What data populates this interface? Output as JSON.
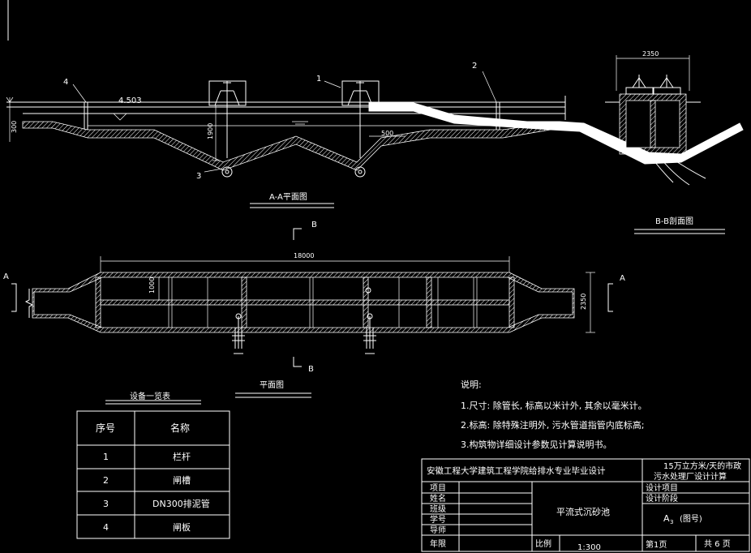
{
  "drawing": {
    "section_aa_label": "A-A平面图",
    "section_bb_label": "B-B剖面图",
    "plan_label": "平面图",
    "elevation_text": "4.503",
    "dims": {
      "d300": "300",
      "d1900": "1900",
      "d500": "500",
      "d2350_top": "2350",
      "d18000": "18000",
      "d1000": "1000",
      "d2350_side": "2350"
    },
    "callouts": {
      "c1": "1",
      "c2": "2",
      "c3": "3",
      "c4": "4"
    },
    "section_marks": {
      "b_top": "B",
      "b_bottom": "B",
      "a_left": "A",
      "a_right": "A"
    }
  },
  "equipment": {
    "title": "设备一览表",
    "headers": [
      "序号",
      "名称"
    ],
    "rows": [
      [
        "1",
        "栏杆"
      ],
      [
        "2",
        "闸槽"
      ],
      [
        "3",
        "DN300排泥管"
      ],
      [
        "4",
        "闸板"
      ]
    ]
  },
  "notes": {
    "title": "说明:",
    "lines": [
      "1.尺寸: 除管长, 标高以米计外, 其余以毫米计。",
      "2.标高: 除特殊注明外, 污水管道指管内底标高;",
      "3.构筑物详细设计参数见计算说明书。"
    ]
  },
  "title_block": {
    "school": "安徽工程大学建筑工程学院给排水专业毕业设计",
    "project_line1": "15万立方米/天的市政",
    "project_line2": "污水处理厂设计计算",
    "left_labels": [
      "项目",
      "姓名",
      "班级",
      "学号",
      "导师",
      "年限"
    ],
    "drawing_name": "平流式沉砂池",
    "design_labels": [
      "设计项目",
      "设计阶段"
    ],
    "sheet_size": "A",
    "sheet_size_sub": "3",
    "sheet_no_label": "(图号)",
    "scale_label": "比例",
    "scale_value": "1:300",
    "page_label": "第1页",
    "total_label": "共 6 页"
  }
}
